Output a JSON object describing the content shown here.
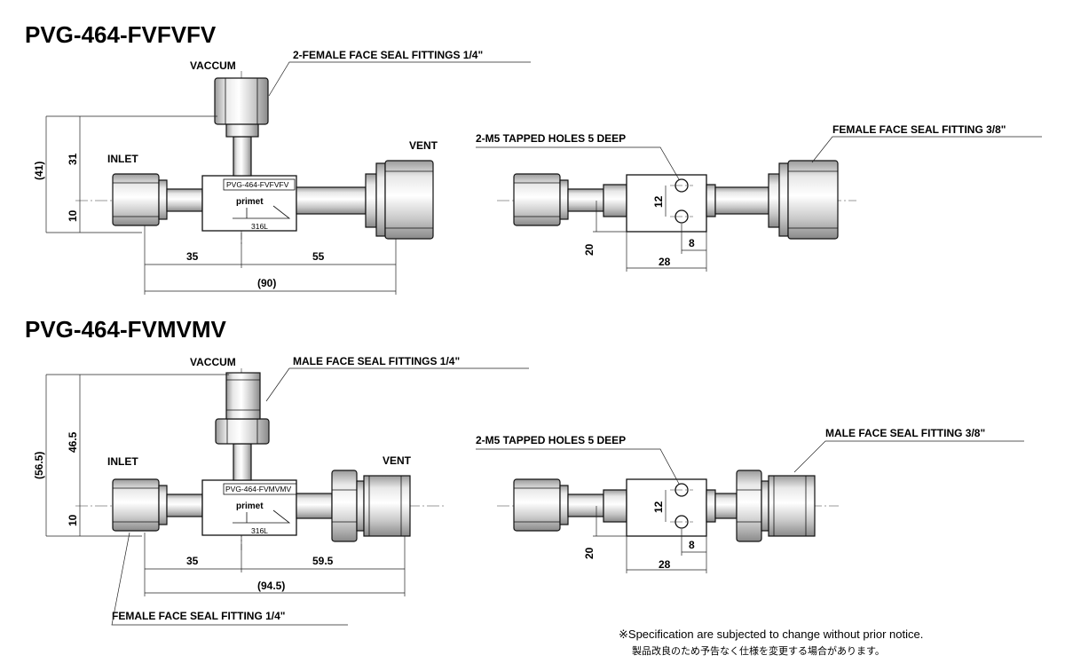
{
  "diagram1": {
    "title": "PVG-464-FVFVFV",
    "labels": {
      "vaccum": "VACCUM",
      "inlet": "INLET",
      "vent": "VENT",
      "callout_top": "2-FEMALE FACE SEAL FITTINGS 1/4\"",
      "callout_holes": "2-M5 TAPPED HOLES 5 DEEP",
      "callout_right": "FEMALE FACE SEAL FITTING 3/8\""
    },
    "body_text": {
      "model": "PVG-464-FVFVFV",
      "brand": "primet",
      "material": "316L"
    },
    "dims": {
      "d35": "35",
      "d55": "55",
      "d90": "(90)",
      "d41": "(41)",
      "d31": "31",
      "d10": "10",
      "s12": "12",
      "s8": "8",
      "s28": "28",
      "s20": "20"
    }
  },
  "diagram2": {
    "title": "PVG-464-FVMVMV",
    "labels": {
      "vaccum": "VACCUM",
      "inlet": "INLET",
      "vent": "VENT",
      "callout_top": "MALE FACE SEAL FITTINGS 1/4\"",
      "callout_holes": "2-M5 TAPPED HOLES 5 DEEP",
      "callout_right": "MALE FACE SEAL FITTING 3/8\"",
      "callout_bottom": "FEMALE FACE SEAL FITTING 1/4\""
    },
    "body_text": {
      "model": "PVG-464-FVMVMV",
      "brand": "primet",
      "material": "316L"
    },
    "dims": {
      "d35": "35",
      "d595": "59.5",
      "d945": "(94.5)",
      "d565": "(56.5)",
      "d465": "46.5",
      "d10": "10",
      "s12": "12",
      "s8": "8",
      "s28": "28",
      "s20": "20"
    }
  },
  "notes": {
    "en": "※Specification are subjected to change without prior notice.",
    "jp": "製品改良のため予告なく仕様を変更する場合があります。"
  }
}
